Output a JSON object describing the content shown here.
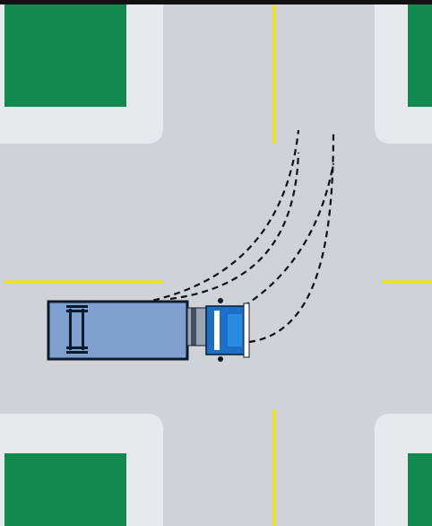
{
  "colors": {
    "road": "#cfd2d6",
    "sidewalk": "#e7e9ec",
    "grass": "#12894e",
    "center_line": "#f2e600",
    "border": "#111111",
    "truck_body": "#7f9fcf",
    "truck_cab": "#1b6fc4",
    "truck_outline": "#0b1a2c",
    "path": "#111111"
  },
  "icons": {
    "truck": "tractor-trailer-top-view-icon"
  },
  "paths": [
    {
      "name": "trailer-rear-left-path",
      "style": "dashed"
    },
    {
      "name": "trailer-rear-right-path",
      "style": "dashed"
    },
    {
      "name": "cab-front-left-path",
      "style": "dashed"
    },
    {
      "name": "cab-front-right-path",
      "style": "dashed"
    }
  ]
}
